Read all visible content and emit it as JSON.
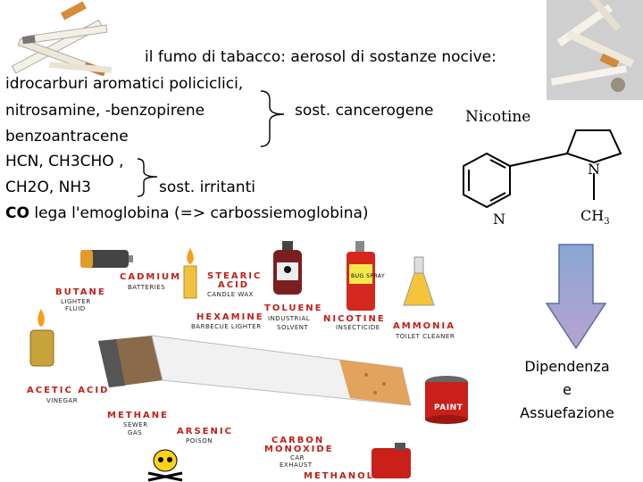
{
  "text": {
    "line1": "il fumo di tabacco: aerosol di sostanze nocive:",
    "line2": "idrocarburi aromatici policiclici,",
    "line3": "nitrosamine, -benzopirene",
    "cancerogene": "sost. cancerogene",
    "line4": "benzoantracene",
    "line5": "HCN, CH3CHO ,",
    "line6": "CH2O, NH3",
    "irritanti": "sost. irritanti",
    "co_bold": "CO",
    "co_rest": " lega l'emoglobina (=> carbossiemoglobina)"
  },
  "nicotine": {
    "title": "Nicotine",
    "n1": "N",
    "n2": "N",
    "ch3": "CH",
    "ch3_sub": "3"
  },
  "outcome": {
    "l1": "Dipendenza",
    "l2": "e",
    "l3": "Assuefazione"
  },
  "infographic": {
    "cadmium": "CADMIUM",
    "batteries": "BATTERIES",
    "stearic1": "STEARIC",
    "stearic2": "ACID",
    "candle": "CANDLE WAX",
    "butane": "BUTANE",
    "lighter": "LIGHTER",
    "fluid": "FLUID",
    "toluene": "TOLUENE",
    "industrial": "INDUSTRIAL",
    "solvent": "SOLVENT",
    "hexamine": "HEXAMINE",
    "barbecue": "BARBECUE LIGHTER",
    "nicotine": "NICOTINE",
    "insecticide": "INSECTICIDE",
    "ammonia": "AMMONIA",
    "toilet": "TOILET CLEANER",
    "acetic": "ACETIC ACID",
    "vinegar": "VINEGAR",
    "methane": "METHANE",
    "sewer": "SEWER",
    "gas": "GAS",
    "arsenic": "ARSENIC",
    "poison": "POISON",
    "carbon": "CARBON",
    "monoxide": "MONOXIDE",
    "car": "CAR",
    "exhaust": "EXHAUST",
    "methanol": "METHANOL",
    "bugspray": "BUG SPRAY",
    "paint": "PAINT"
  },
  "colors": {
    "accent_red": "#c0201a",
    "arrow_blue": "#8aa6d6",
    "arrow_purple": "#b8a3cf"
  }
}
